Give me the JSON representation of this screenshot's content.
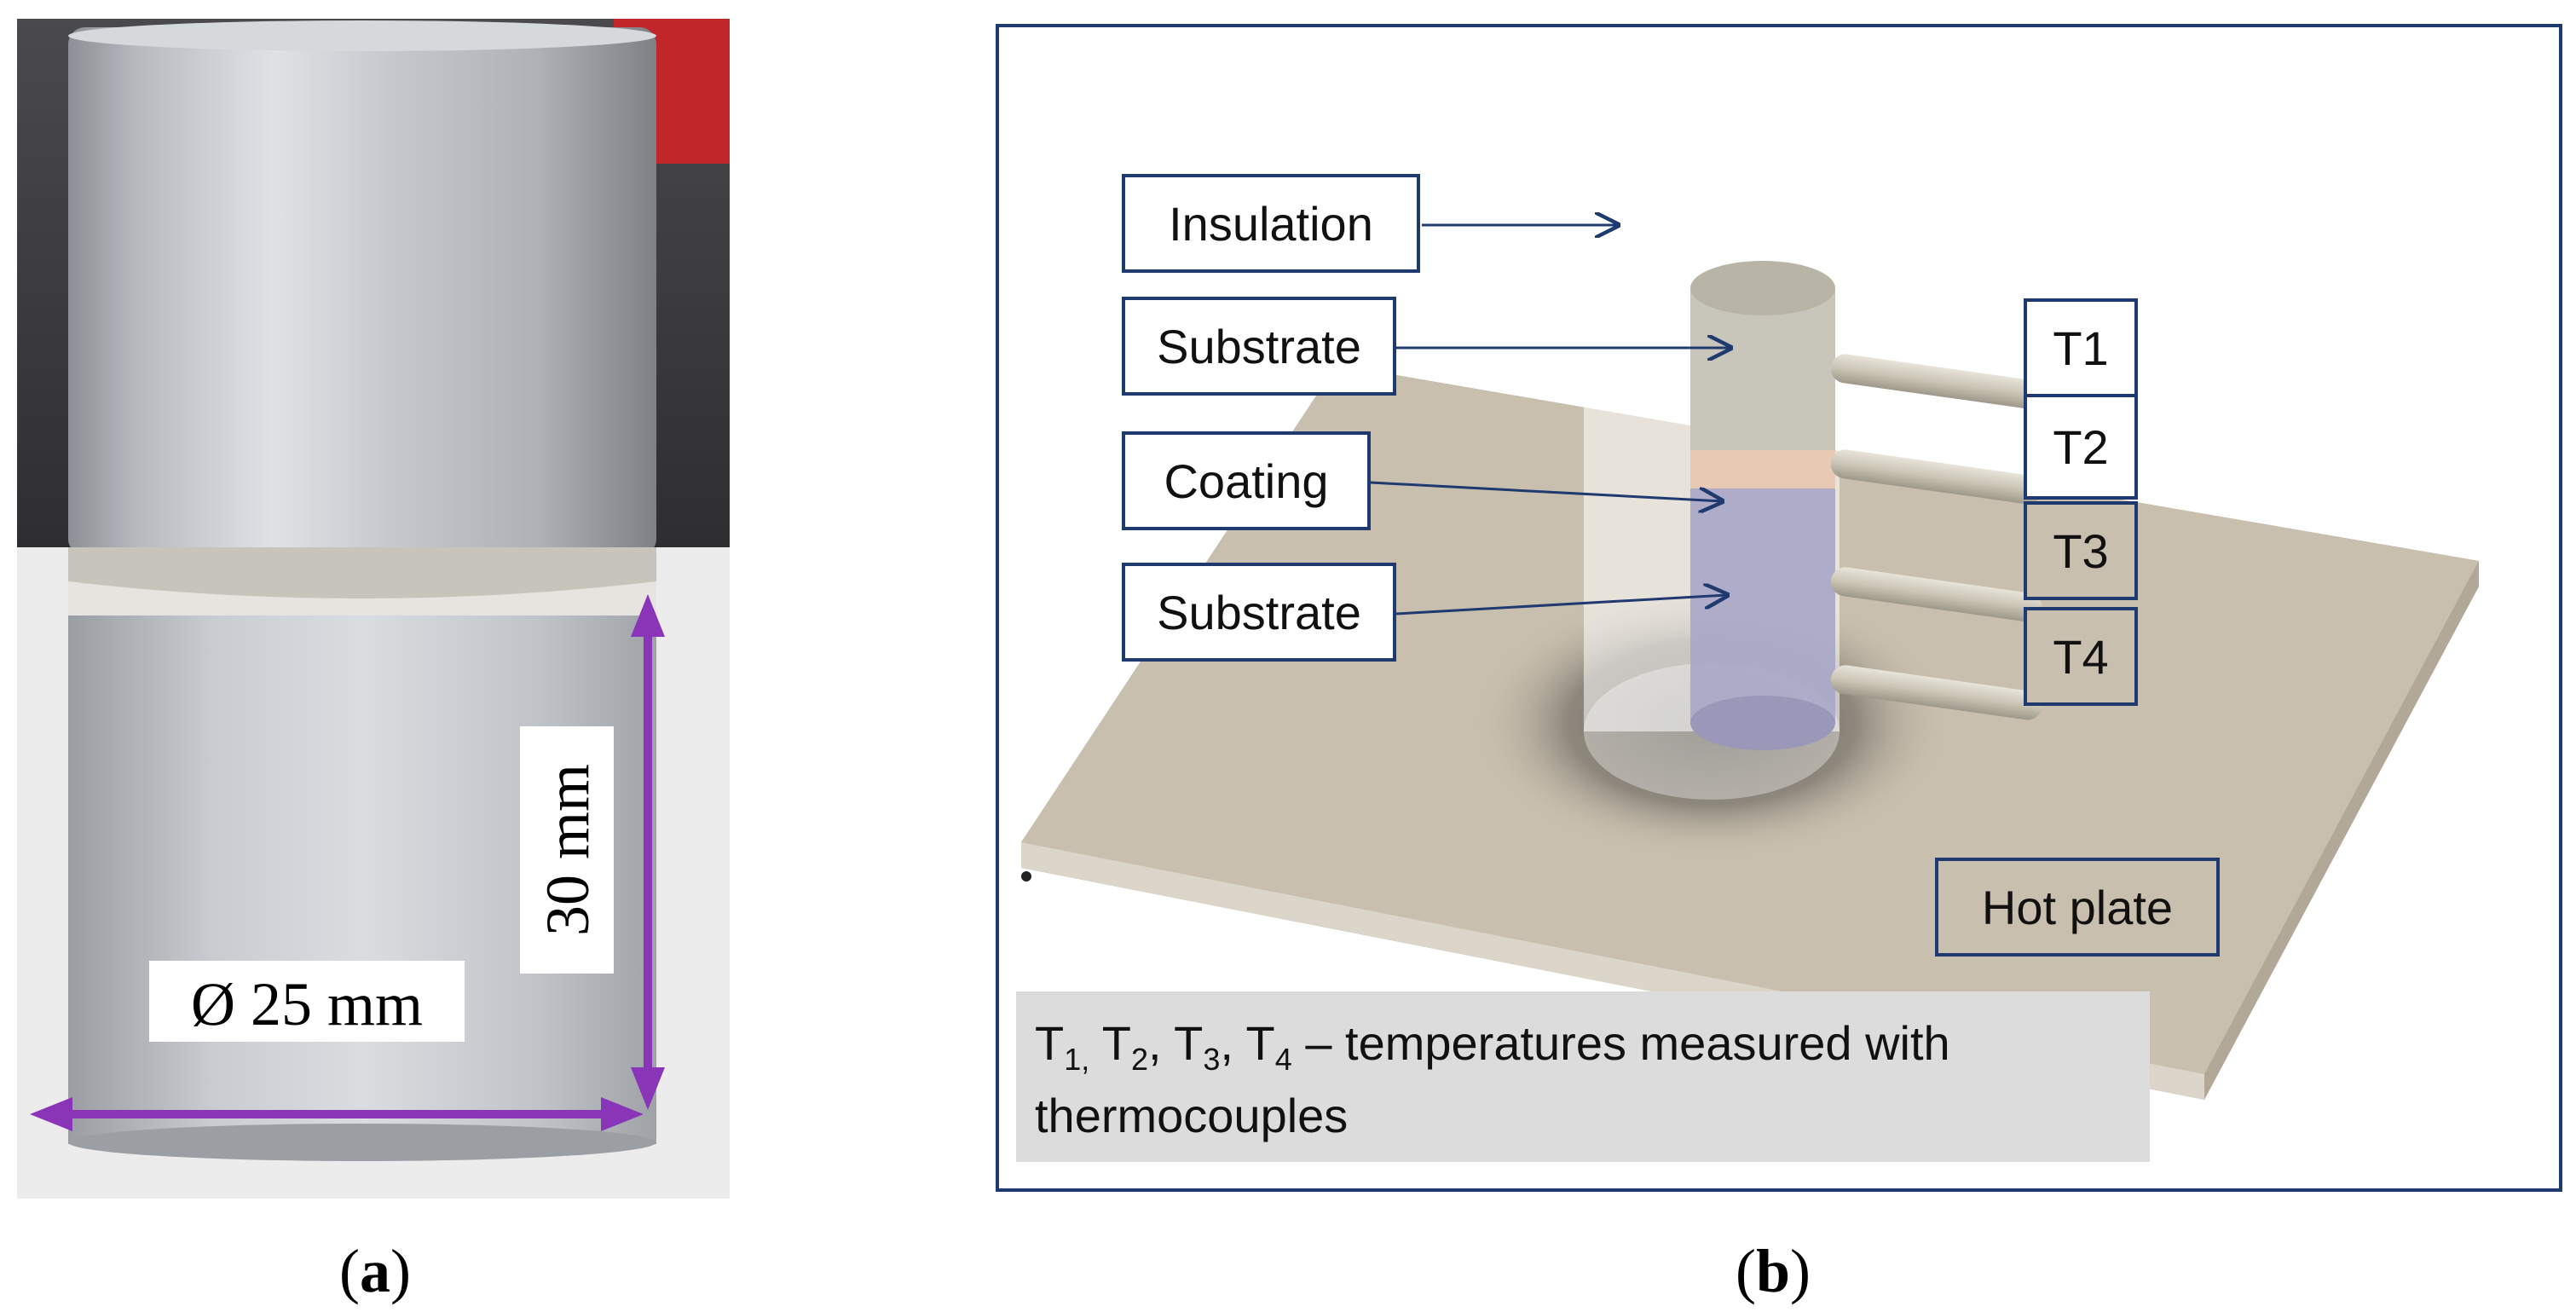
{
  "panel_a": {
    "caption_letter": "a",
    "height_label": "30 mm",
    "diameter_label": "Ø 25 mm",
    "colors": {
      "arrow": "#8a35b8",
      "metal": "#b9bcc0",
      "background_top": "#3a3a3c",
      "background_red": "#c0262a"
    }
  },
  "panel_b": {
    "caption_letter": "b",
    "labels": {
      "insulation": "Insulation",
      "substrate_top": "Substrate",
      "coating": "Coating",
      "substrate_bottom": "Substrate",
      "hot_plate": "Hot plate"
    },
    "thermocouples": [
      "T1",
      "T2",
      "T3",
      "T4"
    ],
    "note": {
      "symbols": [
        {
          "base": "T",
          "sub": "1,"
        },
        {
          "base": "T",
          "sub": "2"
        },
        {
          "base": "T",
          "sub": "3"
        },
        {
          "base": "T",
          "sub": "4"
        }
      ],
      "line1_rest": "– temperatures measured with",
      "line2": "thermocouples"
    },
    "colors": {
      "frame": "#1f3a6e",
      "label_border": "#1f3a6e",
      "arrow": "#1f3a6e",
      "plate": "#c9bfae",
      "coating": "#e7c9b4",
      "substrate_bottom": "#a9a6c6",
      "substrate_top": "#c8c6bb",
      "note_bg": "#dcdcdc"
    }
  }
}
